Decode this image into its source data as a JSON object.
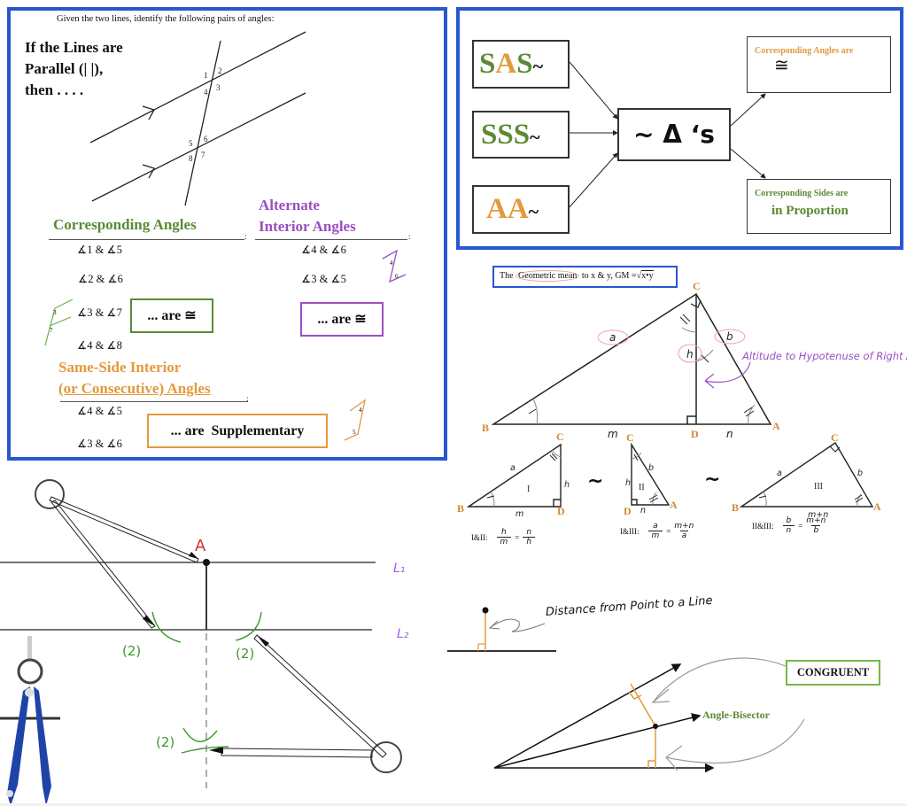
{
  "parallel_panel": {
    "instruction": "Given the two lines, identify the following pairs of angles:",
    "heading_lines": [
      "If the Lines are",
      "Parallel (| |),",
      "then . . . ."
    ],
    "angle_numbers": [
      "1",
      "2",
      "3",
      "4",
      "5",
      "6",
      "7",
      "8"
    ],
    "corresponding": {
      "title": "Corresponding Angles",
      "pairs": [
        "∡1 & ∡5",
        "∡2 & ∡6",
        "∡3 & ∡7",
        "∡4 & ∡8"
      ],
      "result": "... are ≅",
      "figure_labels": [
        "3",
        "7"
      ]
    },
    "alternate_interior": {
      "title_line1": "Alternate",
      "title_line2": "Interior Angles",
      "pairs": [
        "∡4 & ∡6",
        "∡3 & ∡5"
      ],
      "result": "... are ≅",
      "figure_labels": [
        "4",
        "6"
      ]
    },
    "same_side_interior": {
      "title_line1": "Same-Side Interior",
      "title_line2": "(or Consecutive) Angles",
      "pairs": [
        "∡4 & ∡5",
        "∡3 & ∡6"
      ],
      "result": "... are  Supplementary",
      "figure_labels": [
        "4",
        "5"
      ]
    },
    "colon": ":"
  },
  "similar_panel": {
    "sas": {
      "s1": "S",
      "a": "A",
      "s2": "S",
      "tilde": "~"
    },
    "sss": {
      "text": "SSS",
      "tilde": "~"
    },
    "aa": {
      "text": "AA",
      "tilde": "~"
    },
    "center": "~ Δ ‘s",
    "angles_box": {
      "line1": "Corresponding Angles are",
      "line2": "≅"
    },
    "sides_box": {
      "line1": "Corresponding Sides are",
      "line2": "in Proportion"
    }
  },
  "geometric_mean": {
    "text_pre": "The ",
    "text_highlight": "Geometric mean",
    "text_post": " to x & y, GM =",
    "radicand": "x•y"
  },
  "right_triangle": {
    "vertices": {
      "c": "C",
      "b": "B",
      "a": "A",
      "d": "D"
    },
    "sides": {
      "a": "a",
      "b": "b",
      "h": "h",
      "m": "m",
      "n": "n"
    },
    "annotation": "Altitude to Hypotenuse of Right Δ"
  },
  "similar_triangles": {
    "tri1": {
      "c": "C",
      "b": "B",
      "d": "D",
      "a": "a",
      "h": "h",
      "m": "m",
      "roman": "I"
    },
    "tri2": {
      "c": "C",
      "d": "D",
      "a": "A",
      "b": "b",
      "h": "h",
      "n": "n",
      "roman": "II"
    },
    "tri3": {
      "c": "C",
      "b": "B",
      "a": "A",
      "sa": "a",
      "sb": "b",
      "base": "m+n",
      "roman": "III"
    },
    "sim": "~",
    "ratios": [
      {
        "label": "I&II:",
        "num1": "h",
        "den1": "m",
        "num2": "n",
        "den2": "h"
      },
      {
        "label": "I&III:",
        "num1": "a",
        "den1": "m",
        "num2": "m+n",
        "den2": "a"
      },
      {
        "label": "II&III:",
        "num1": "b",
        "den1": "n",
        "num2": "m+n",
        "den2": "b"
      }
    ],
    "equals": "="
  },
  "construction": {
    "point_label": "A",
    "line1_label": "L₁",
    "line2_label": "L₂",
    "arc_labels": [
      "(2)",
      "(2)",
      "(2)"
    ]
  },
  "distance": {
    "label": "Distance from Point to a Line"
  },
  "bisector": {
    "bisector_label": "Angle-Bisector",
    "congruent_label": "CONGRUENT"
  }
}
